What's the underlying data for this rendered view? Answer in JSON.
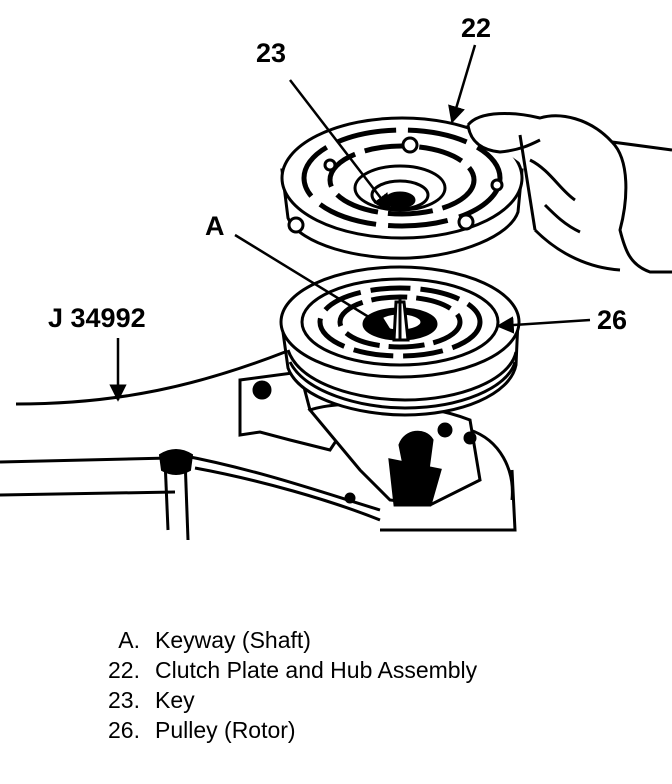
{
  "callouts": {
    "a": "A",
    "n22": "22",
    "n23": "23",
    "n26": "26",
    "tool": "J 34992"
  },
  "legend": [
    {
      "key": "A.",
      "text": "Keyway (Shaft)"
    },
    {
      "key": "22.",
      "text": "Clutch Plate and Hub Assembly"
    },
    {
      "key": "23.",
      "text": "Key"
    },
    {
      "key": "26.",
      "text": "Pulley (Rotor)"
    }
  ]
}
